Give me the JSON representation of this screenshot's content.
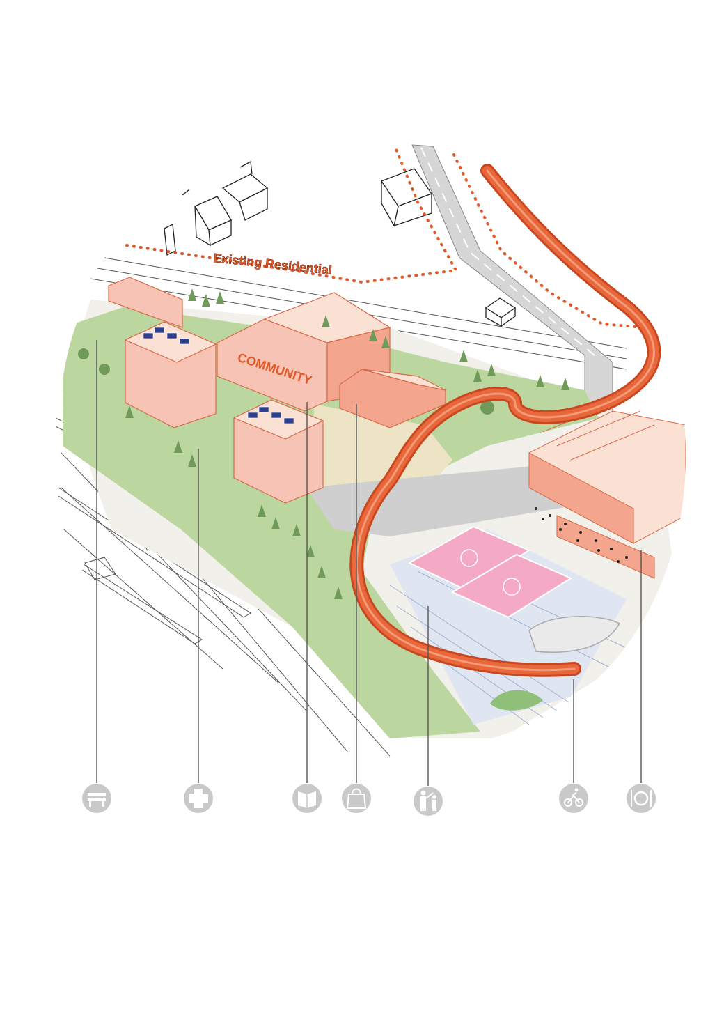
{
  "labels": {
    "existing_residential": "Existing Residential",
    "community": "COMMUNITY"
  },
  "colors": {
    "accent_orange": "#e8673c",
    "dotted_boundary": "#e05a2a",
    "building_pink": "#f6c3b4",
    "building_salmon": "#f3a68d",
    "grass": "#b7d49a",
    "tree": "#6f9a5a",
    "court_pink": "#f4a9c4",
    "solar": "#2c3e8c",
    "road": "#cfcfcf",
    "icon_grey": "#c9c9c9"
  },
  "legend_icons": [
    {
      "name": "bench-icon",
      "glyph": "bench"
    },
    {
      "name": "medical-cross-icon",
      "glyph": "cross"
    },
    {
      "name": "book-icon",
      "glyph": "book"
    },
    {
      "name": "shopping-bag-icon",
      "glyph": "bag"
    },
    {
      "name": "family-icon",
      "glyph": "family"
    },
    {
      "name": "cyclist-icon",
      "glyph": "bike"
    },
    {
      "name": "dining-icon",
      "glyph": "plate"
    }
  ]
}
